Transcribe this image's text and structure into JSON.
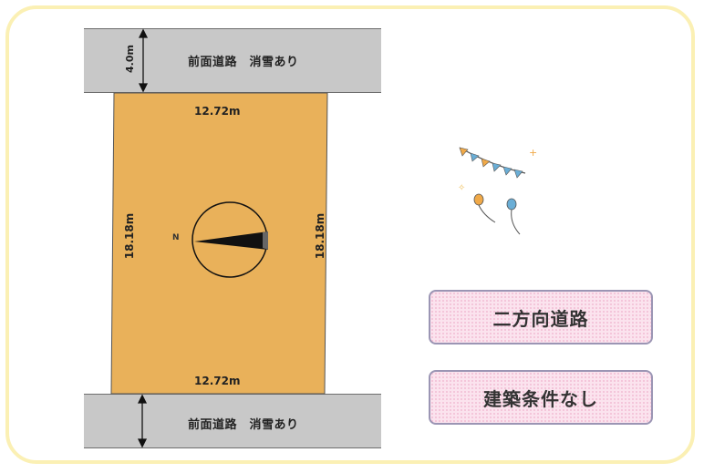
{
  "roads": {
    "top_label": "前面道路　消雪あり",
    "bottom_label": "前面道路　消雪あり",
    "top_width": "4.0m"
  },
  "lot": {
    "top_width": "12.72m",
    "bottom_width": "12.72m",
    "left_depth": "18.18m",
    "right_depth": "18.18m",
    "fill_color": "#e9b15a"
  },
  "compass": {
    "north_label": "N"
  },
  "tags": {
    "two_way_road": "二方向道路",
    "no_build_conditions": "建築条件なし"
  },
  "decoration": {
    "icon": "party-bunting-balloons-icon"
  }
}
